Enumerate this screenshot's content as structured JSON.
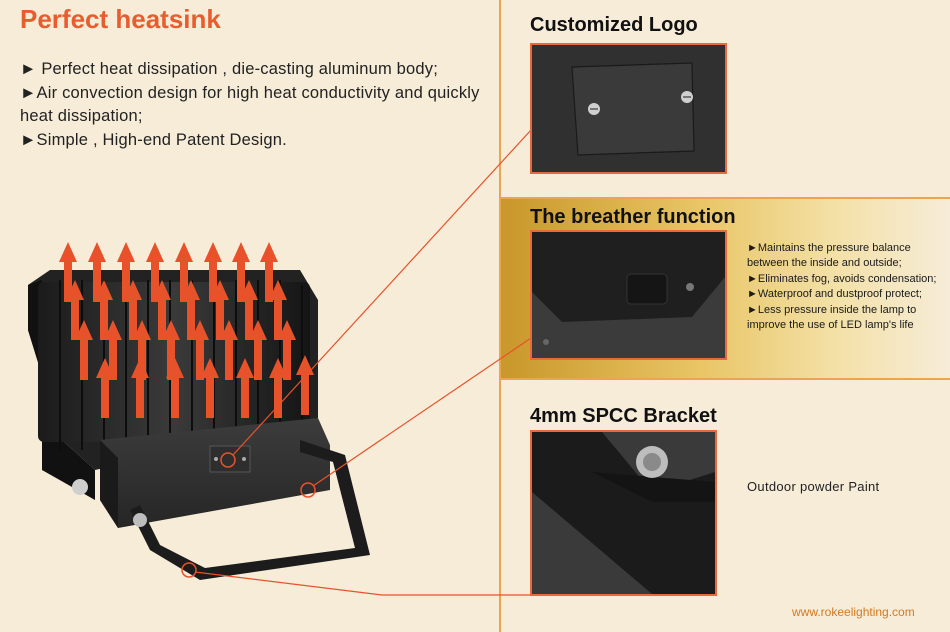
{
  "heatsink": {
    "title": "Perfect heatsink",
    "bullets": [
      "► Perfect heat dissipation , die-casting aluminum body;",
      "►Air convection design for high heat conductivity and quickly heat dissipation;",
      "►Simple , High-end Patent Design."
    ]
  },
  "logo_section": {
    "title": "Customized Logo"
  },
  "breather_section": {
    "title": "The breather function",
    "bullets": [
      "►Maintains the pressure balance between the inside and outside;",
      "►Eliminates fog, avoids condensation;",
      "►Waterproof and dustproof protect;",
      "►Less pressure inside the lamp to improve the use of LED lamp's life"
    ]
  },
  "bracket_section": {
    "title": "4mm SPCC Bracket",
    "note": "Outdoor powder Paint"
  },
  "footer": {
    "website": "www.rokeelighting.com"
  },
  "colors": {
    "background": "#f6ecd8",
    "accent": "#e85d2e",
    "divider": "#e8a74f",
    "band_gold": "#e9c667"
  },
  "icons": [
    "heat-arrow-icon",
    "screw-icon"
  ]
}
